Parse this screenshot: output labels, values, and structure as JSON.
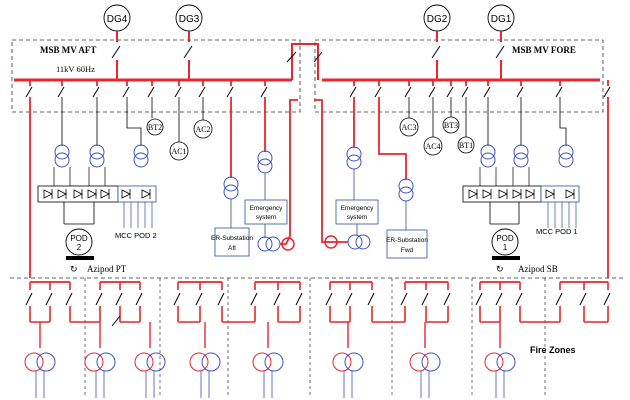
{
  "generators": [
    {
      "id": "dg4",
      "label": "DG4"
    },
    {
      "id": "dg3",
      "label": "DG3"
    },
    {
      "id": "dg2",
      "label": "DG2"
    },
    {
      "id": "dg1",
      "label": "DG1"
    }
  ],
  "switchboards": {
    "aft_label": "MSB MV AFT",
    "fore_label": "MSB MV FORE",
    "voltage_label": "11kV 60Hz"
  },
  "feeders": {
    "bt1": "BT1",
    "bt2": "BT2",
    "bt3": "BT3",
    "ac1": "AC1",
    "ac2": "AC2",
    "ac3": "AC3",
    "ac4": "AC4"
  },
  "pods": {
    "pod2_line1": "POD",
    "pod2_line2": "2",
    "pod1_line1": "POD",
    "pod1_line2": "1",
    "mcc_pod2": "MCC POD 2",
    "mcc_pod1": "MCC POD 1",
    "azipod_pt": "Azipod PT",
    "azipod_sb": "Azipod SB"
  },
  "substations": {
    "emergency_aft_line1": "Emergency",
    "emergency_aft_line2": "system",
    "emergency_fwd_line1": "Emergency",
    "emergency_fwd_line2": "system",
    "er_aft_line1": "ER-Substation",
    "er_aft_line2": "Aft",
    "er_fwd_line1": "ER-Substation",
    "er_fwd_line2": "Fwd"
  },
  "fire_zones_label": "Fire Zones",
  "colors": {
    "bus": "#e8262c",
    "line": "#000000",
    "transformer": "#3f51c0",
    "box": "#2e4f9a"
  }
}
